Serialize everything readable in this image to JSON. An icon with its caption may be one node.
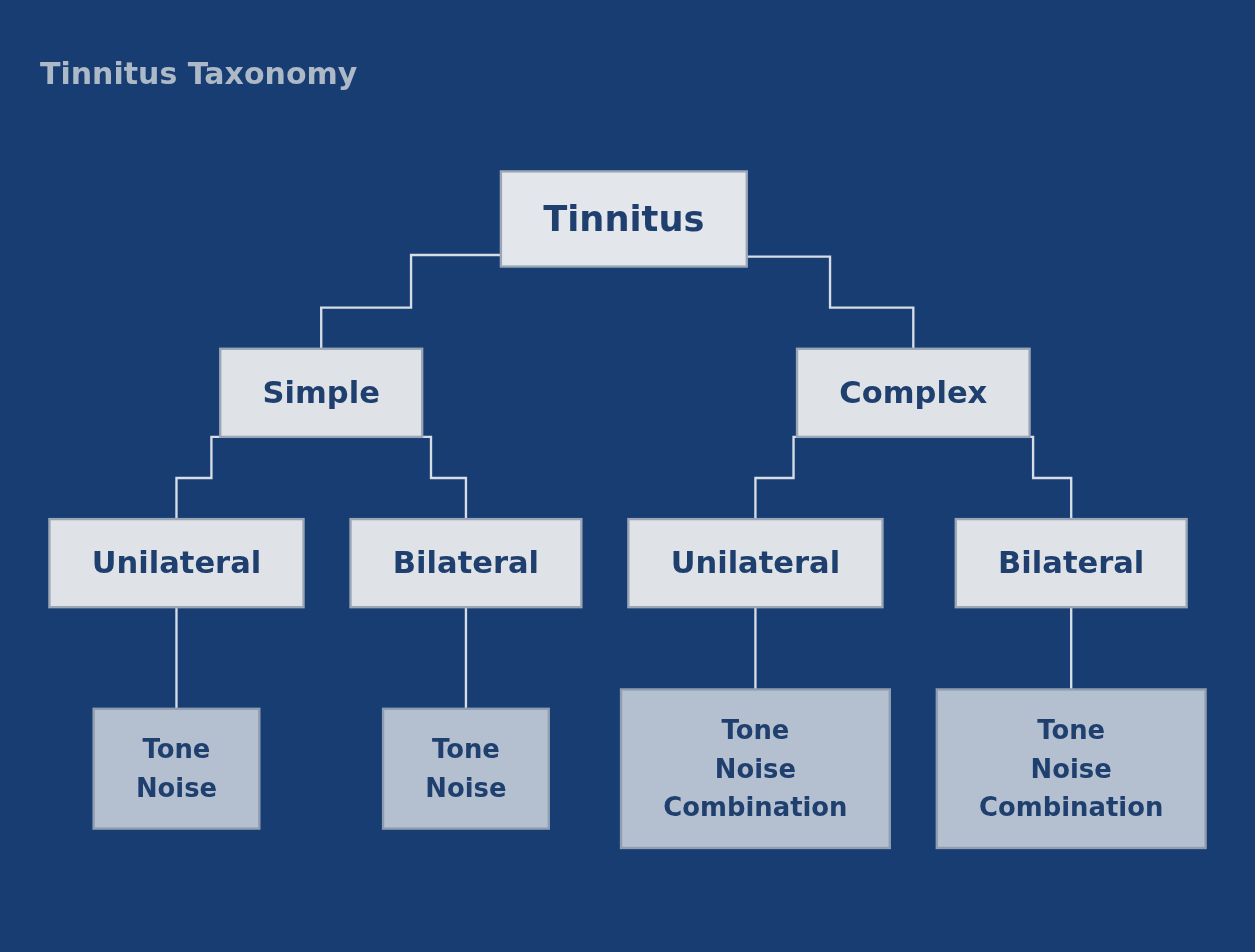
{
  "diagram": {
    "title": "Tinnitus Taxonomy",
    "nodes": [
      {
        "text": [
          "Tinnitus"
        ]
      },
      {
        "text": [
          "Simple"
        ]
      },
      {
        "text": [
          "Complex"
        ]
      },
      {
        "text": [
          "Unilateral"
        ]
      },
      {
        "text": [
          "Bilateral"
        ]
      },
      {
        "text": [
          "Unilateral"
        ]
      },
      {
        "text": [
          "Bilateral"
        ]
      },
      {
        "text": [
          "Tone",
          "Noise"
        ]
      },
      {
        "text": [
          "Tone",
          "Noise"
        ]
      },
      {
        "text": [
          "Tone",
          "Noise",
          "Combination"
        ]
      },
      {
        "text": [
          "Tone",
          "Noise",
          "Combination"
        ]
      }
    ],
    "edges": [
      {
        "from": 0,
        "to": 1,
        "arrow": "none"
      },
      {
        "from": 0,
        "to": 2,
        "arrow": "none"
      },
      {
        "from": 1,
        "to": 3,
        "arrow": "none"
      },
      {
        "from": 1,
        "to": 4,
        "arrow": "none"
      },
      {
        "from": 2,
        "to": 5,
        "arrow": "none"
      },
      {
        "from": 2,
        "to": 6,
        "arrow": "none"
      },
      {
        "from": 3,
        "to": 7,
        "arrow": "none"
      },
      {
        "from": 4,
        "to": 8,
        "arrow": "none"
      },
      {
        "from": 5,
        "to": 9,
        "arrow": "none"
      },
      {
        "from": 6,
        "to": 10,
        "arrow": "none"
      }
    ]
  }
}
